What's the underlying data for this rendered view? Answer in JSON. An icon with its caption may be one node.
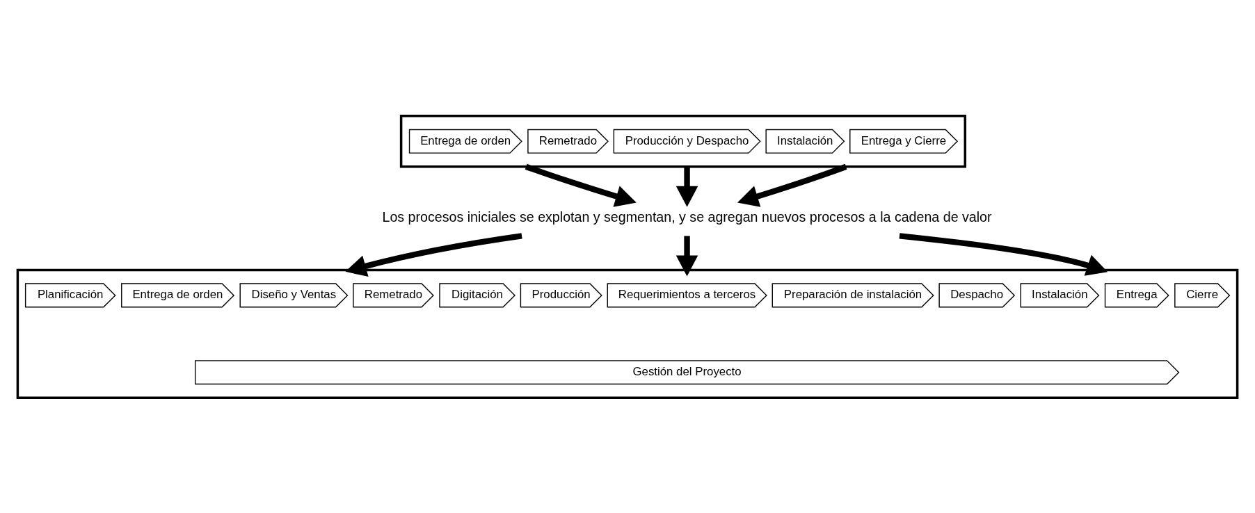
{
  "diagram": {
    "nodes": [
      {
        "text": [],
        "shape": "chevron"
      },
      {
        "text": [
          "Entrega de orden"
        ],
        "in": 0
      },
      {
        "text": [
          "Remetrado"
        ],
        "in": 0
      },
      {
        "text": [
          "Producción y Despacho"
        ],
        "in": 0
      },
      {
        "text": [
          "Instalación"
        ],
        "in": 0
      },
      {
        "text": [
          "Entrega y Cierre"
        ],
        "in": 0
      },
      {
        "text": [
          "Los procesos iniciales se explotan y segmentan, y se agregan nuevos procesos a la cadena de valor"
        ]
      },
      {
        "text": [],
        "shape": "chevron"
      },
      {
        "text": [
          "Planificación"
        ],
        "in": 7
      },
      {
        "text": [
          "Entrega de orden"
        ],
        "in": 7
      },
      {
        "text": [
          "Diseño y Ventas"
        ],
        "in": 7
      },
      {
        "text": [
          "Remetrado"
        ],
        "in": 7
      },
      {
        "text": [
          "Digitación"
        ],
        "in": 7
      },
      {
        "text": [
          "Producción"
        ],
        "in": 7
      },
      {
        "text": [
          "Requerimientos a terceros"
        ],
        "in": 7
      },
      {
        "text": [
          "Preparación de instalación"
        ],
        "in": 7
      },
      {
        "text": [
          "Despacho"
        ],
        "in": 7
      },
      {
        "text": [
          "Instalación"
        ],
        "in": 7
      },
      {
        "text": [
          "Entrega"
        ],
        "in": 7
      },
      {
        "text": [
          "Cierre"
        ],
        "in": 7
      },
      {
        "text": [
          "Gestión del Proyecto"
        ],
        "in": 7
      }
    ],
    "edges": [
      {
        "from": 0,
        "to": 6,
        "arrow": "to"
      },
      {
        "from": 0,
        "to": 6,
        "arrow": "to"
      },
      {
        "from": 0,
        "to": 6,
        "arrow": "to"
      },
      {
        "from": 6,
        "to": 7,
        "arrow": "to"
      },
      {
        "from": 6,
        "to": 7,
        "arrow": "to"
      },
      {
        "from": 6,
        "to": 7,
        "arrow": "to"
      }
    ]
  }
}
